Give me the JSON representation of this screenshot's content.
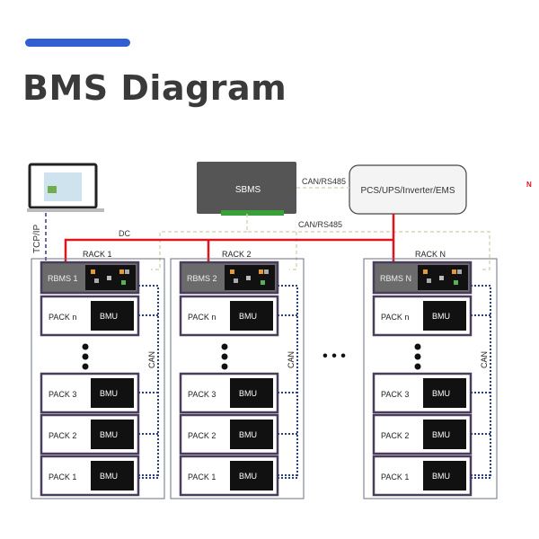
{
  "title": "BMS Diagram",
  "colors": {
    "accent": "#2f5fd0",
    "dc_line": "#e0141b",
    "can_line": "#d8d6b8",
    "box_border": "#4a3d5c"
  },
  "sbms": {
    "label": "SBMS"
  },
  "pcs": {
    "label": "PCS/UPS/Inverter/EMS"
  },
  "links": {
    "can_rs485_top": "CAN/RS485",
    "can_rs485_bus": "CAN/RS485",
    "dc": "DC",
    "tcp_ip": "TCP/IP",
    "stray_n": "N"
  },
  "ellipsis": "• • •",
  "racks": [
    {
      "label": "RACK 1",
      "rbms": "RBMS 1",
      "can": "CAN",
      "packs": [
        "PACK n",
        "PACK 3",
        "PACK 2",
        "PACK 1"
      ],
      "bmu": "BMU"
    },
    {
      "label": "RACK 2",
      "rbms": "RBMS 2",
      "can": "CAN",
      "packs": [
        "PACK n",
        "PACK 3",
        "PACK 2",
        "PACK 1"
      ],
      "bmu": "BMU"
    },
    {
      "label": "RACK N",
      "rbms": "RBMS N",
      "can": "CAN",
      "packs": [
        "PACK n",
        "PACK 3",
        "PACK 2",
        "PACK 1"
      ],
      "bmu": "BMU"
    }
  ]
}
